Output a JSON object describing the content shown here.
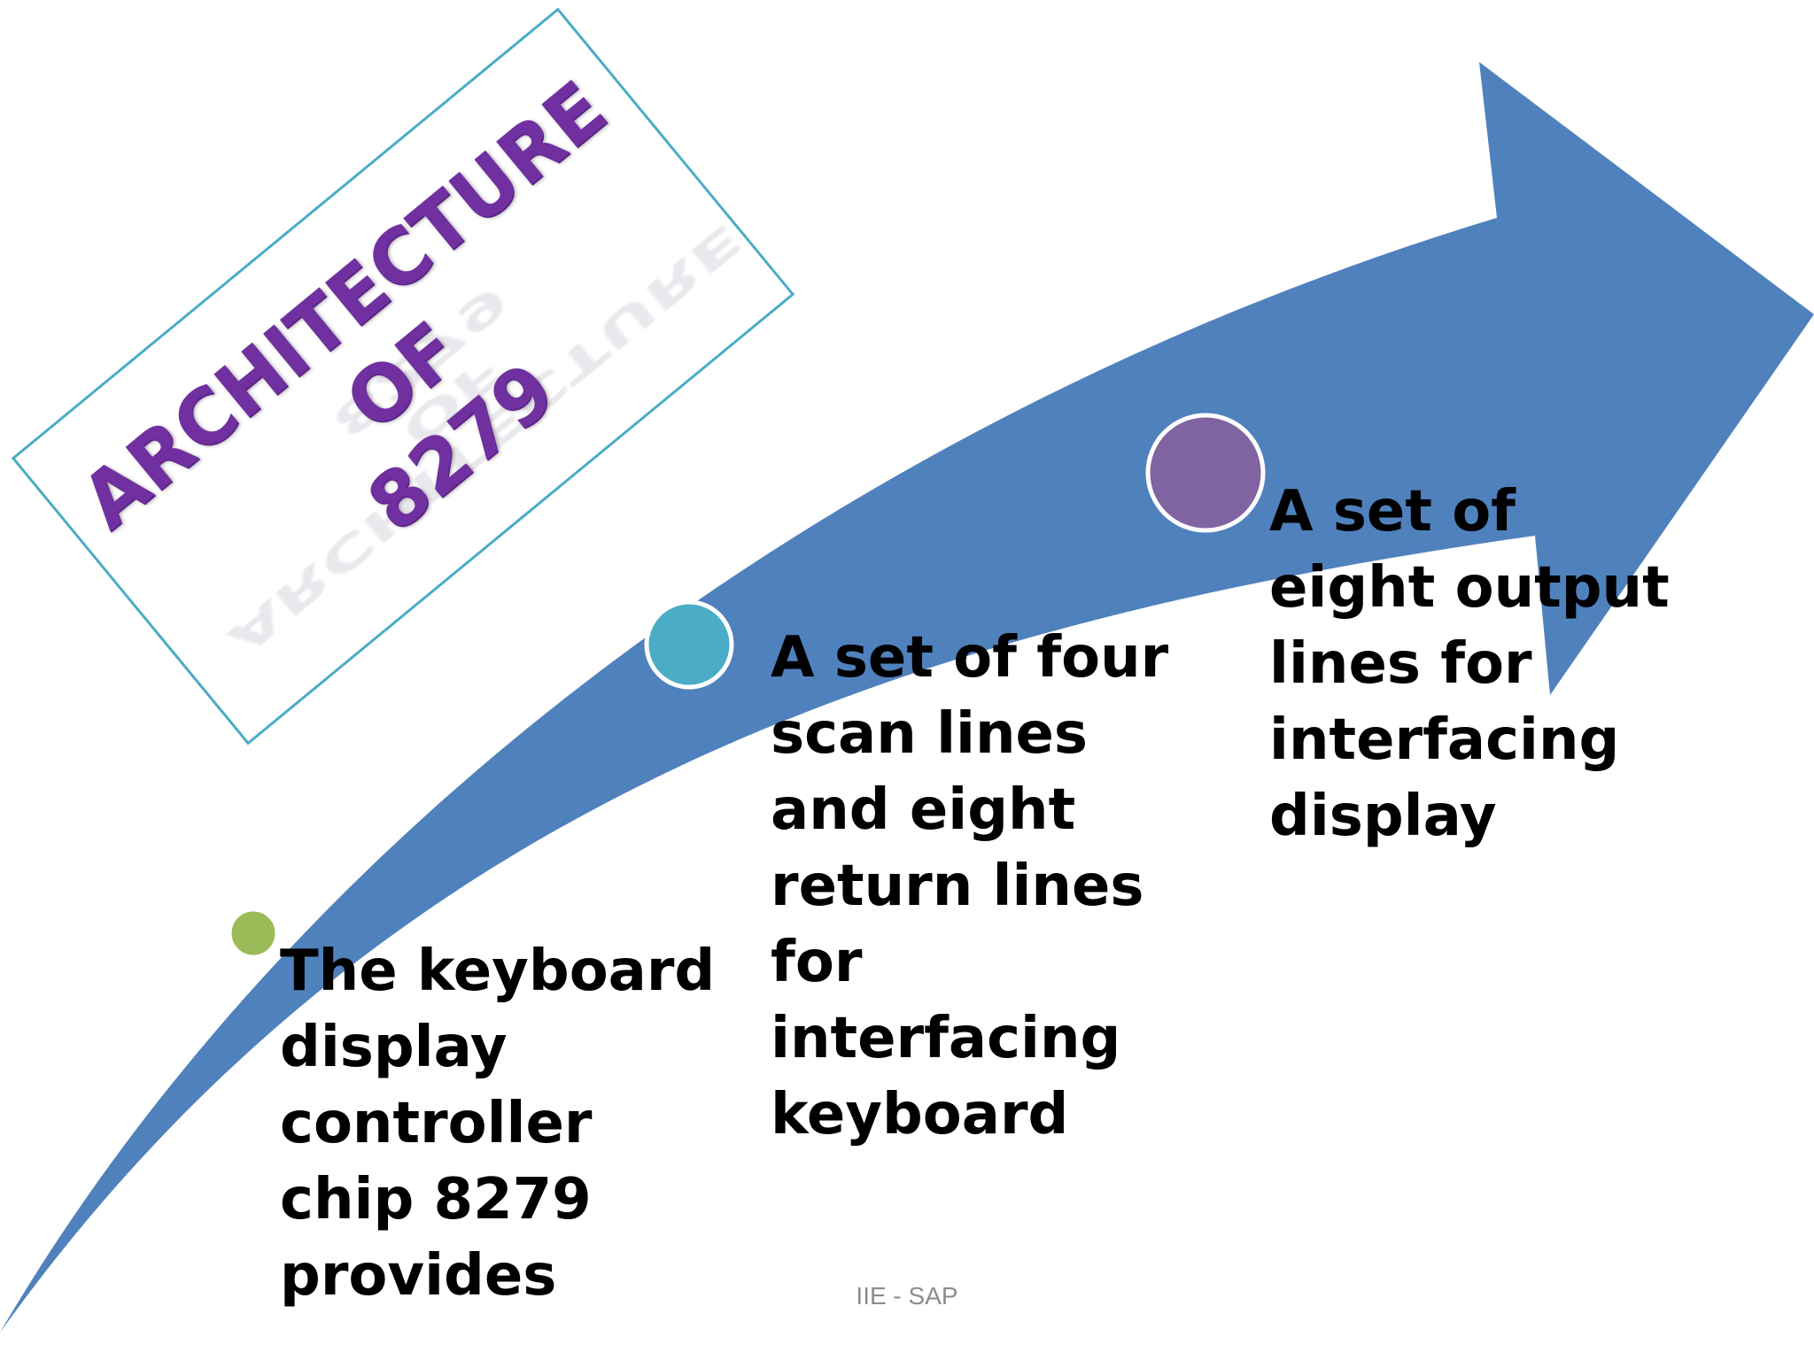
{
  "title": {
    "lines": [
      "ARCHITECTURE",
      "OF",
      "8279"
    ]
  },
  "steps": [
    {
      "text": "The keyboard\ndisplay\ncontroller\nchip 8279\nprovides",
      "dot_color": "#9bbb59"
    },
    {
      "text": " A set of four\nscan lines\nand eight\nreturn lines\nfor\ninterfacing\nkeyboard",
      "dot_color": "#4bacc6"
    },
    {
      "text": "A set of\neight output\nlines for\ninterfacing\ndisplay",
      "dot_color": "#8064a2"
    }
  ],
  "footer": {
    "text": "IIE - SAP"
  },
  "colors": {
    "arrow": "#4f81bd",
    "title_text": "#7030a0",
    "title_border": "#4bacc6"
  }
}
